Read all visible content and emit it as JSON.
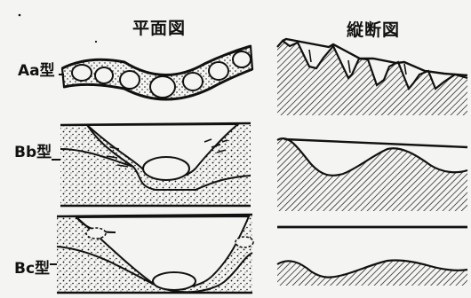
{
  "headers": {
    "plan": "平面図",
    "section": "縦断図"
  },
  "rows": [
    {
      "type_label": "Aa型"
    },
    {
      "type_label": "Bb型"
    },
    {
      "type_label": "Bc型"
    }
  ]
}
